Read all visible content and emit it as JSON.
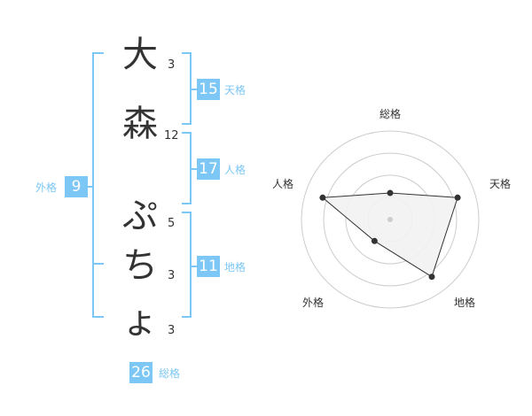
{
  "name": {
    "characters": [
      {
        "char": "大",
        "strokes": "3"
      },
      {
        "char": "森",
        "strokes": "12"
      },
      {
        "char": "ぷ",
        "strokes": "5"
      },
      {
        "char": "ち",
        "strokes": "3"
      },
      {
        "char": "ょ",
        "strokes": "3"
      }
    ]
  },
  "fortunes": {
    "tenkaku": {
      "value": "15",
      "label": "天格"
    },
    "jinkaku": {
      "value": "17",
      "label": "人格"
    },
    "chikaku": {
      "value": "11",
      "label": "地格"
    },
    "gaikaku": {
      "value": "9",
      "label": "外格"
    },
    "soukaku": {
      "value": "26",
      "label": "総格"
    }
  },
  "colors": {
    "accent": "#7cc7f5",
    "text": "#333333",
    "grid": "#cccccc",
    "polygon_fill": "#f2f2f2"
  },
  "chart_data": {
    "type": "radar",
    "axes": [
      "総格",
      "天格",
      "地格",
      "外格",
      "人格"
    ],
    "values": [
      1.5,
      4,
      4,
      1.5,
      4
    ],
    "rmax": 5,
    "rings": 4
  }
}
